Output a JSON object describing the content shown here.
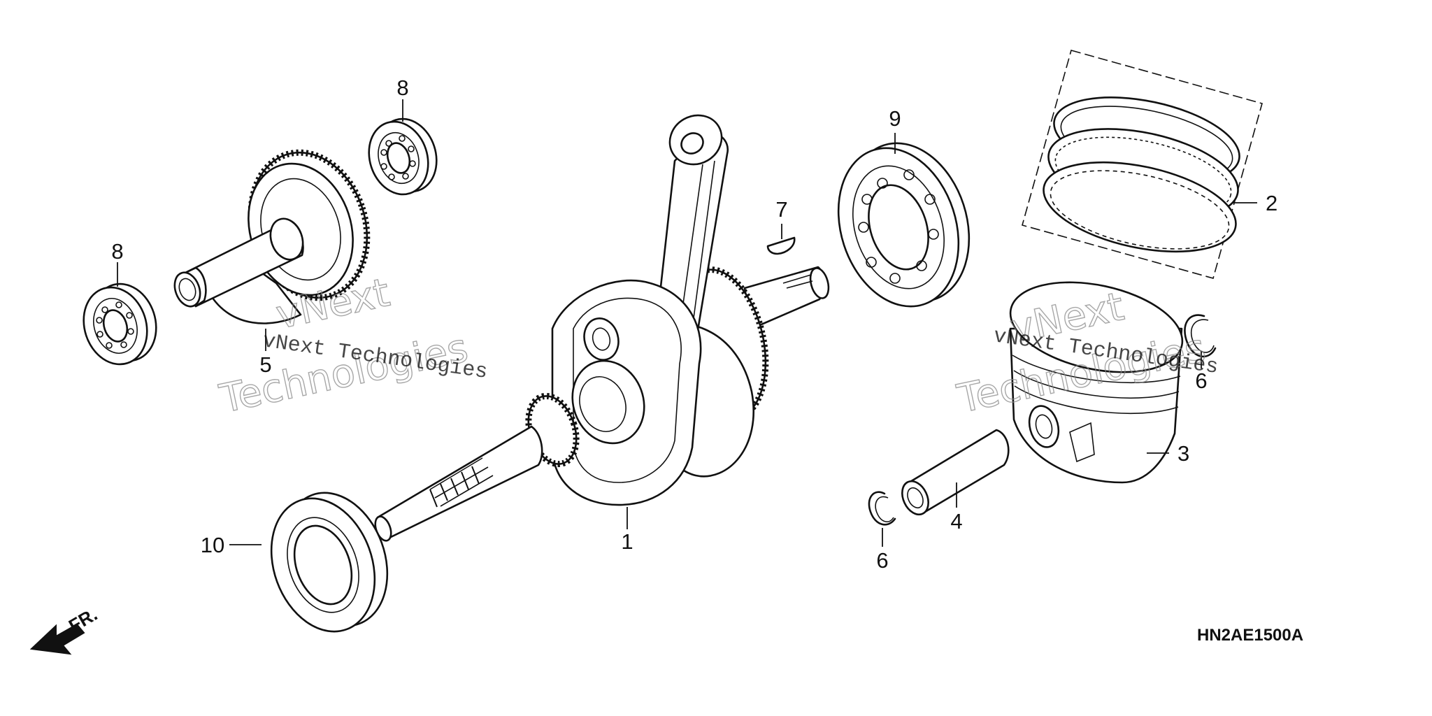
{
  "callouts": {
    "c1": "1",
    "c2": "2",
    "c3": "3",
    "c4": "4",
    "c5": "5",
    "c6a": "6",
    "c6b": "6",
    "c7": "7",
    "c8a": "8",
    "c8b": "8",
    "c9": "9",
    "c10": "10"
  },
  "diagram_code": "HN2AE1500A",
  "front_arrow": "FR.",
  "watermarks": {
    "line_text": "vNext Technologies",
    "outline_a": "vNext",
    "outline_b": "Technologies"
  }
}
